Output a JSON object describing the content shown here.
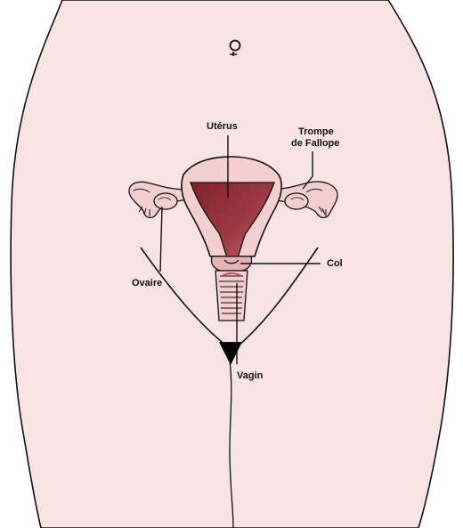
{
  "colors": {
    "skin": "#f8e4e4",
    "outline": "#111111",
    "organ": "#f3cfd0",
    "uterus_cavity": "#8f2e35",
    "uterus_cavity_light": "#b6525a",
    "cervix_ring": "#e7b3b6",
    "pubic": "#000000"
  },
  "labels": {
    "uterus": "Utérus",
    "fallopian_tube_line1": "Trompe",
    "fallopian_tube_line2": "de Fallope",
    "cervix": "Col",
    "ovary": "Ovaire",
    "vagina": "Vagin"
  },
  "icons": {
    "female_symbol": "female-symbol-icon"
  }
}
